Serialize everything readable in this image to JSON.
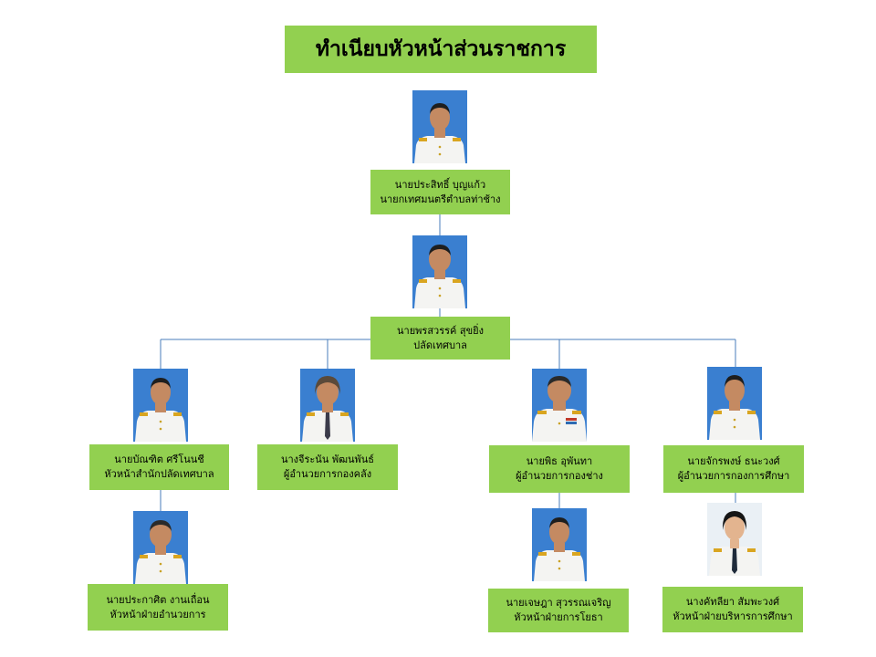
{
  "title": "ทำเนียบหัวหน้าส่วนราชการ",
  "colors": {
    "box": "#92d050",
    "connector": "#4a7ebb",
    "photo_bg": "#3a7fd0"
  },
  "people": {
    "mayor": {
      "name": "นายประสิทธิ์ บุญแก้ว",
      "position": "นายกเทศมนตรีตำบลท่าช้าง"
    },
    "clerk": {
      "name": "นายพรสวรรค์ สุขยิ่ง",
      "position": "ปลัดเทศบาล"
    },
    "office_head": {
      "name": "นายบัณฑิต  ศรีโนนชี",
      "position": "หัวหน้าสำนักปลัดเทศบาล"
    },
    "finance_director": {
      "name": "นางจีระนัน  พัฒนพันธ์",
      "position": "ผู้อำนวยการกองคลัง"
    },
    "engineering_director": {
      "name": "นายพิธ อุพันทา",
      "position": "ผู้อำนวยการกองช่าง"
    },
    "education_director": {
      "name": "นายจักรพงษ์ ธนะวงศ์",
      "position": "ผู้อำนวยการกองการศึกษา"
    },
    "admin_head": {
      "name": "นายประกาศิต   งานเถื่อน",
      "position": "หัวหน้าฝ่ายอำนวยการ"
    },
    "public_works_head": {
      "name": "นายเจษฎา สุวรรณเจริญ",
      "position": "หัวหน้าฝ่ายการโยธา"
    },
    "education_admin_head": {
      "name": "นางคัทลียา สัมพะวงศ์",
      "position": "หัวหน้าฝ่ายบริหารการศึกษา"
    }
  }
}
